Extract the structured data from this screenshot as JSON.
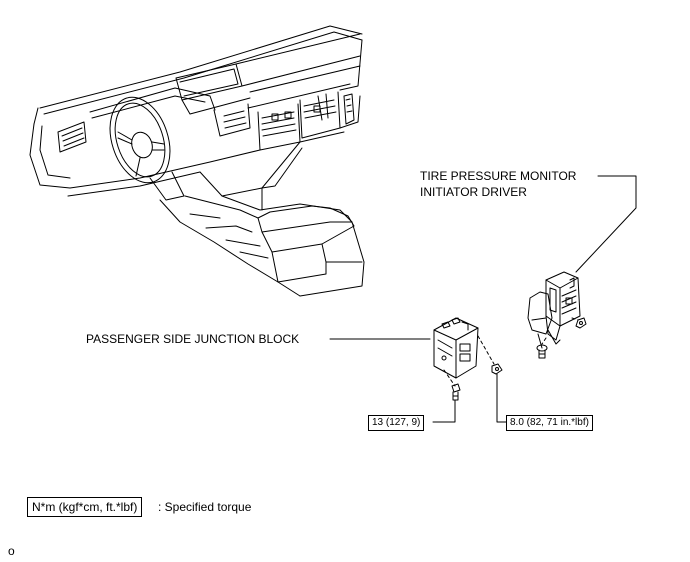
{
  "callouts": {
    "tpm_initiator_driver_line1": "TIRE PRESSURE MONITOR",
    "tpm_initiator_driver_line2": "INITIATOR DRIVER",
    "passenger_side_junction_block": "PASSENGER SIDE JUNCTION BLOCK"
  },
  "torque_specs": {
    "bolt": "13 (127, 9)",
    "nut": "8.0 (82, 71 in.*lbf)"
  },
  "legend": {
    "unit_box": "N*m (kgf*cm, ft.*lbf)",
    "description": ": Specified torque"
  },
  "figure_code": "o"
}
